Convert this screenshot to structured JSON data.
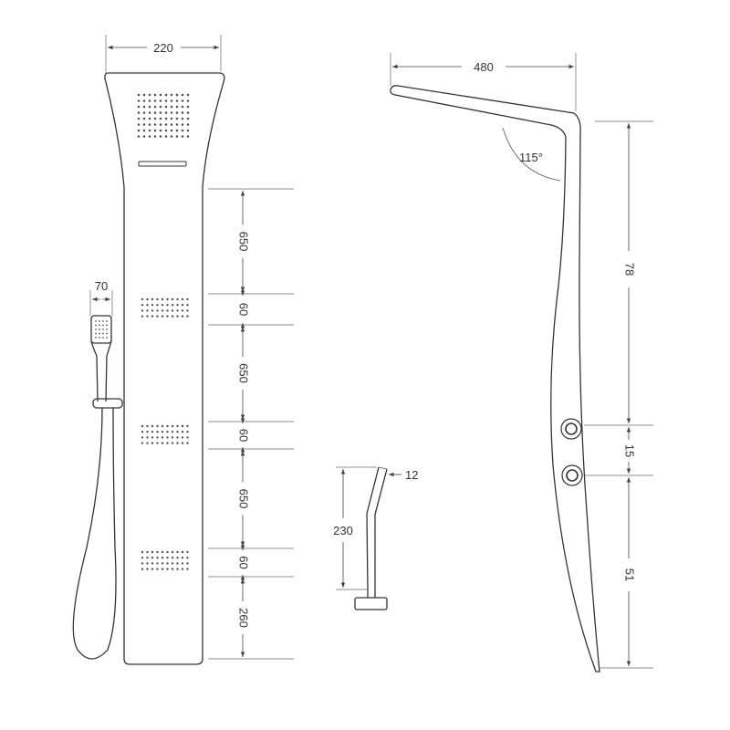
{
  "front_view": {
    "width_label": "220",
    "handshower_width_label": "70",
    "segment_labels": [
      "650",
      "60",
      "650",
      "60",
      "650",
      "60",
      "260"
    ]
  },
  "side_view": {
    "depth_label": "480",
    "angle_label": "115°",
    "upper_height_label": "78",
    "knob_spacing_label": "15",
    "lower_height_label": "51"
  },
  "arm_detail": {
    "height_label": "230",
    "thickness_label": "12"
  },
  "colors": {
    "line": "#333333",
    "background": "#ffffff"
  }
}
